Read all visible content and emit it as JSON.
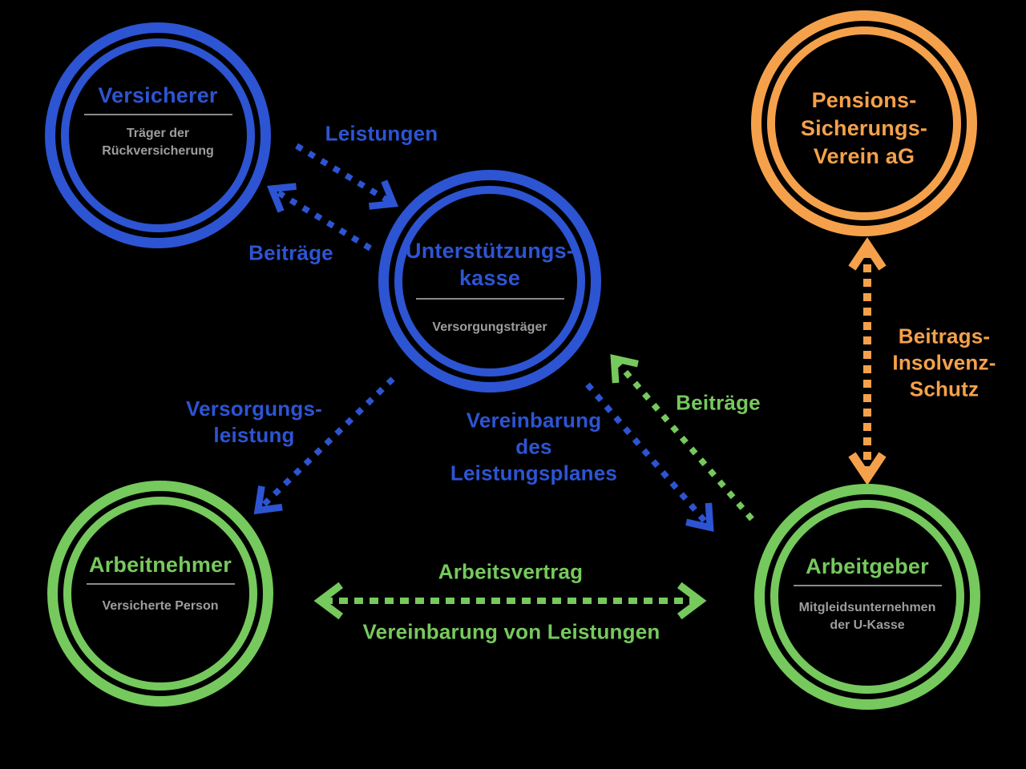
{
  "palette": {
    "blue": "#2d54d2",
    "green": "#76c95d",
    "orange": "#f5a14b",
    "gray": "#9d9d9d",
    "divider": "#8a8a8a",
    "background": "#000000"
  },
  "nodes": {
    "versicherer": {
      "title": "Versicherer",
      "subtitle": "Träger der\nRückversicherung"
    },
    "unterstuetzungskasse": {
      "title": "Unterstützungs-\nkasse",
      "subtitle": "Versorgungsträger"
    },
    "pensionssicherungsverein": {
      "title": "Pensions-\nSicherungs-\nVerein aG"
    },
    "arbeitnehmer": {
      "title": "Arbeitnehmer",
      "subtitle": "Versicherte Person"
    },
    "arbeitgeber": {
      "title": "Arbeitgeber",
      "subtitle": "Mitgleidsunternehmen\nder U-Kasse"
    }
  },
  "edges": {
    "leistungen": {
      "label": "Leistungen",
      "from": "versicherer",
      "to": "unterstuetzungskasse",
      "color": "#2d54d2"
    },
    "beitraege_an_versicherer": {
      "label": "Beiträge",
      "from": "unterstuetzungskasse",
      "to": "versicherer",
      "color": "#2d54d2"
    },
    "versorgungsleistung": {
      "label": "Versorgungs-\nleistung",
      "from": "unterstuetzungskasse",
      "to": "arbeitnehmer",
      "color": "#2d54d2"
    },
    "leistungsplan": {
      "label": "Vereinbarung\ndes\nLeistungsplanes",
      "from": "unterstuetzungskasse",
      "to": "arbeitgeber",
      "color": "#2d54d2"
    },
    "beitraege_an_kasse": {
      "label": "Beiträge",
      "from": "arbeitgeber",
      "to": "unterstuetzungskasse",
      "color": "#76c95d"
    },
    "arbeitsvertrag": {
      "label_top": "Arbeitsvertrag",
      "label_bottom": "Vereinbarung von Leistungen",
      "from": "arbeitnehmer",
      "to": "arbeitgeber",
      "bidirectional": true,
      "color": "#76c95d"
    },
    "insolvenzschutz": {
      "label": "Beitrags-\nInsolvenz-\nSchutz",
      "from": "pensionssicherungsverein",
      "to": "arbeitgeber",
      "bidirectional": true,
      "color": "#f5a14b"
    }
  }
}
